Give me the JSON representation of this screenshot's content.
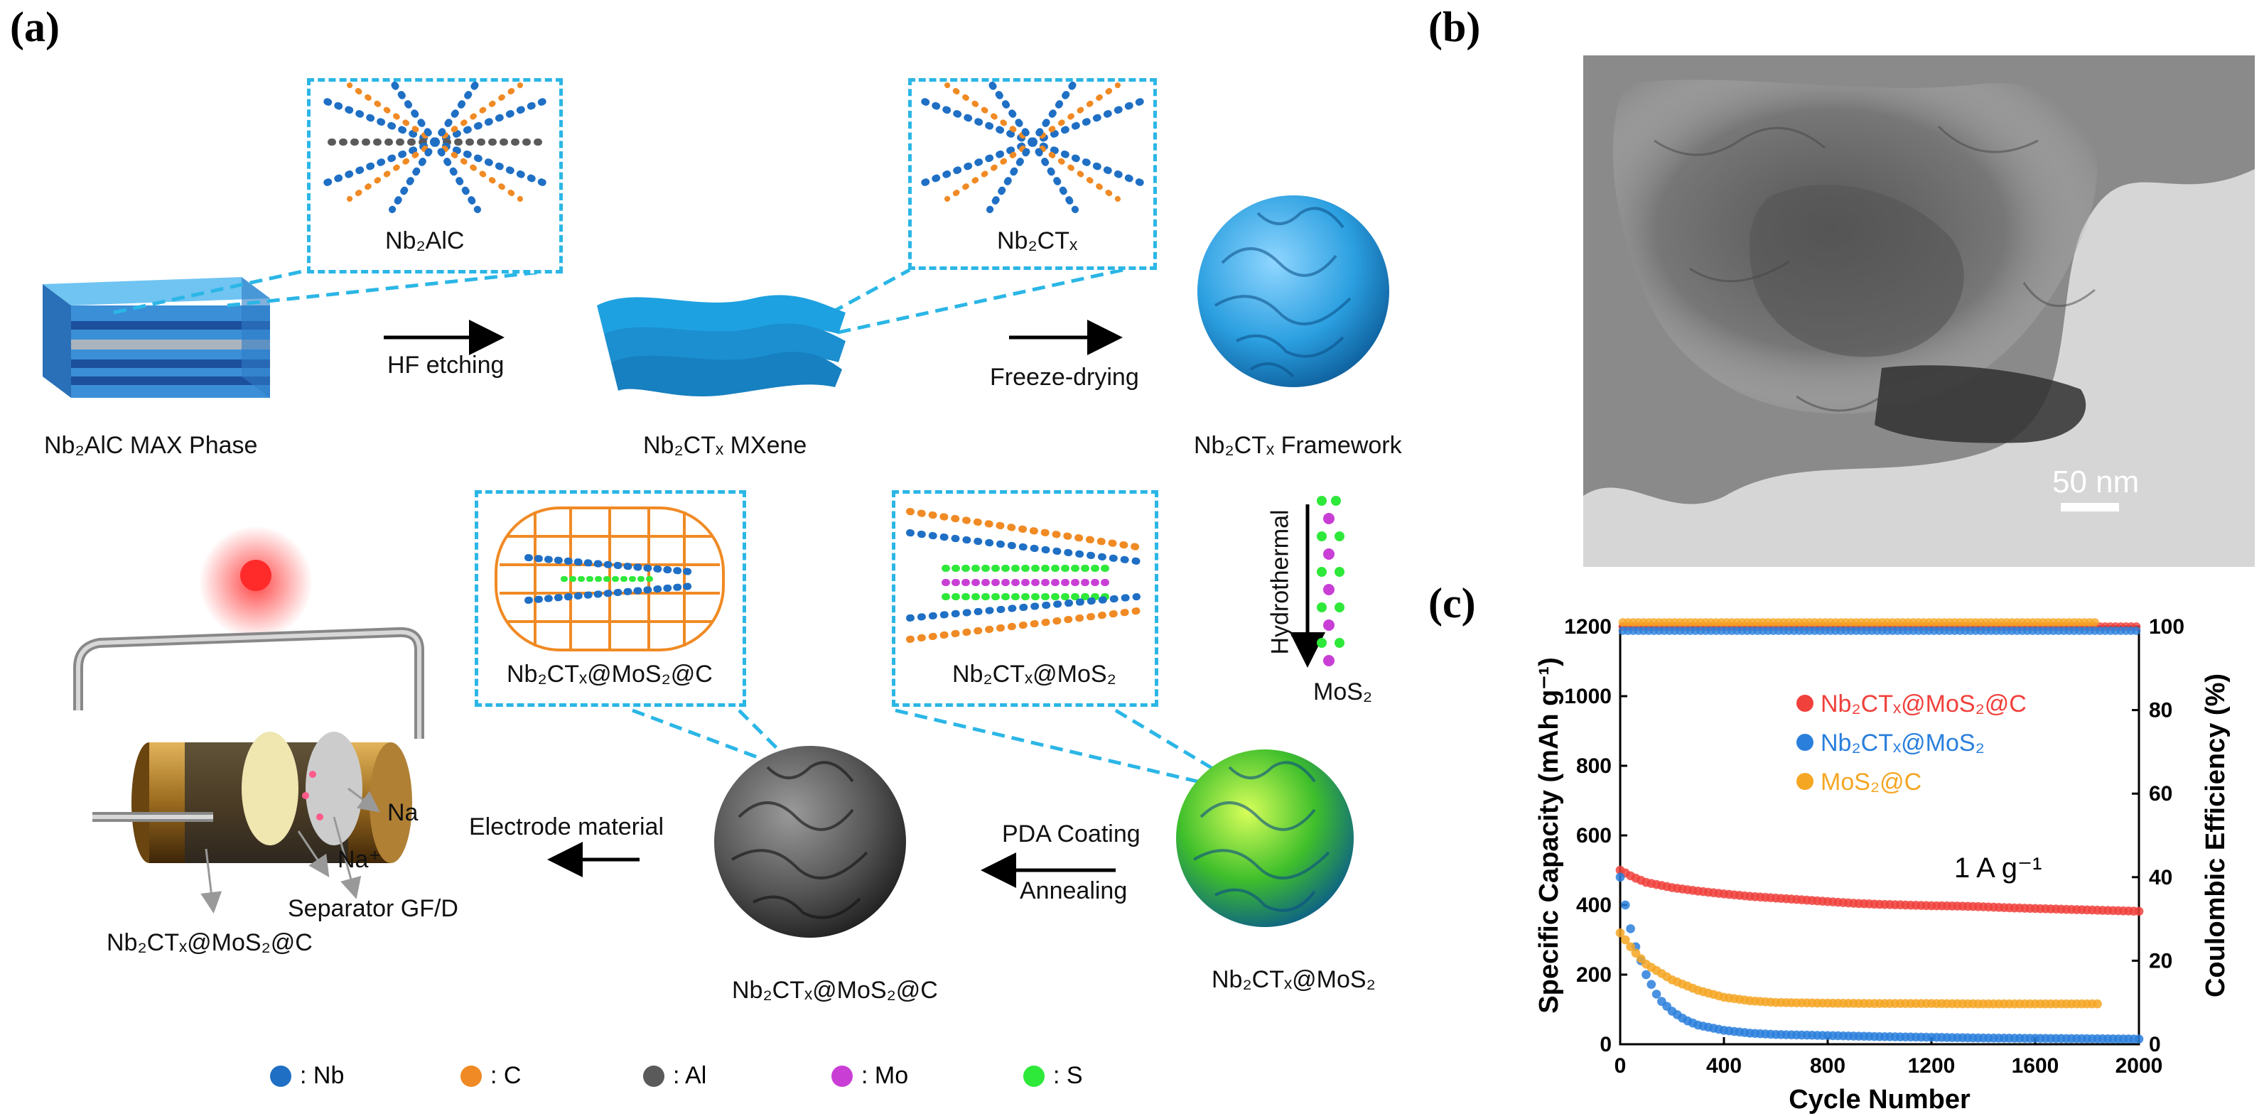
{
  "panels": {
    "a": "(a)",
    "b": "(b)",
    "c": "(c)"
  },
  "schematic": {
    "box_nb2alc": "Nb₂AlC",
    "box_nb2ctx": "Nb₂CTₓ",
    "box_nb2ctx_mos2_c": "Nb₂CTₓ@MoS₂@C",
    "box_nb2ctx_mos2": "Nb₂CTₓ@MoS₂",
    "max_phase": "Nb₂AlC MAX Phase",
    "mxene": "Nb₂CTₓ MXene",
    "framework": "Nb₂CTₓ Framework",
    "step_hf": "HF etching",
    "step_freeze": "Freeze-drying",
    "step_hydro": "Hydrothermal",
    "mos2": "MoS₂",
    "step_pda": "PDA Coating",
    "step_anneal": "Annealing",
    "step_electrode": "Electrode material",
    "product_mos2": "Nb₂CTₓ@MoS₂",
    "product_c": "Nb₂CTₓ@MoS₂@C",
    "cell_na": "Na",
    "cell_na_ion": "Na⁺",
    "cell_sep": "Separator GF/D",
    "cell_material": "Nb₂CTₓ@MoS₂@C"
  },
  "legend": [
    {
      "label": ": Nb",
      "color": "#1f6fc4"
    },
    {
      "label": ": C",
      "color": "#f08a24"
    },
    {
      "label": ": Al",
      "color": "#5a5a5a"
    },
    {
      "label": ": Mo",
      "color": "#c93fd6"
    },
    {
      "label": ": S",
      "color": "#2ee83a"
    }
  ],
  "tem": {
    "scalebar": "50 nm"
  },
  "colors": {
    "accent_dash": "#2bb6e6",
    "red": "#f0413c",
    "blue": "#2a7fdc",
    "orange": "#f5a623"
  },
  "chart_data": {
    "type": "scatter",
    "xlabel": "Cycle Number",
    "ylabel": "Specific Capacity (mAh g⁻¹)",
    "y2label": "Coulombic Efficiency (%)",
    "xlim": [
      0,
      2000
    ],
    "ylim": [
      0,
      1200
    ],
    "y2lim": [
      0,
      100
    ],
    "xticks": [
      0,
      400,
      800,
      1200,
      1600,
      2000
    ],
    "yticks": [
      0,
      200,
      400,
      600,
      800,
      1000,
      1200
    ],
    "y2ticks": [
      0,
      20,
      40,
      60,
      80,
      100
    ],
    "annotation": "1 A g⁻¹",
    "series": [
      {
        "name": "Nb₂CTₓ@MoS₂@C",
        "color": "#f0413c",
        "capacity": [
          [
            0,
            500
          ],
          [
            50,
            480
          ],
          [
            100,
            465
          ],
          [
            200,
            450
          ],
          [
            300,
            440
          ],
          [
            400,
            432
          ],
          [
            500,
            425
          ],
          [
            600,
            420
          ],
          [
            700,
            415
          ],
          [
            800,
            410
          ],
          [
            900,
            405
          ],
          [
            1000,
            402
          ],
          [
            1100,
            400
          ],
          [
            1200,
            398
          ],
          [
            1300,
            397
          ],
          [
            1400,
            395
          ],
          [
            1500,
            392
          ],
          [
            1600,
            390
          ],
          [
            1700,
            388
          ],
          [
            1800,
            386
          ],
          [
            1900,
            384
          ],
          [
            2000,
            382
          ]
        ],
        "efficiency": 100
      },
      {
        "name": "Nb₂CTₓ@MoS₂",
        "color": "#2a7fdc",
        "capacity": [
          [
            0,
            480
          ],
          [
            25,
            380
          ],
          [
            50,
            300
          ],
          [
            100,
            200
          ],
          [
            150,
            130
          ],
          [
            200,
            95
          ],
          [
            250,
            70
          ],
          [
            300,
            55
          ],
          [
            400,
            40
          ],
          [
            500,
            32
          ],
          [
            600,
            28
          ],
          [
            800,
            25
          ],
          [
            1000,
            22
          ],
          [
            1200,
            20
          ],
          [
            1400,
            18
          ],
          [
            1600,
            17
          ],
          [
            1800,
            16
          ],
          [
            2000,
            15
          ]
        ],
        "efficiency": 99
      },
      {
        "name": "MoS₂@C",
        "color": "#f5a623",
        "capacity": [
          [
            0,
            320
          ],
          [
            50,
            270
          ],
          [
            100,
            230
          ],
          [
            200,
            185
          ],
          [
            300,
            155
          ],
          [
            400,
            135
          ],
          [
            500,
            125
          ],
          [
            600,
            120
          ],
          [
            800,
            118
          ],
          [
            1000,
            117
          ],
          [
            1200,
            117
          ],
          [
            1400,
            116
          ],
          [
            1600,
            116
          ],
          [
            1800,
            116
          ],
          [
            1840,
            116
          ]
        ],
        "efficiency": 101
      }
    ]
  }
}
